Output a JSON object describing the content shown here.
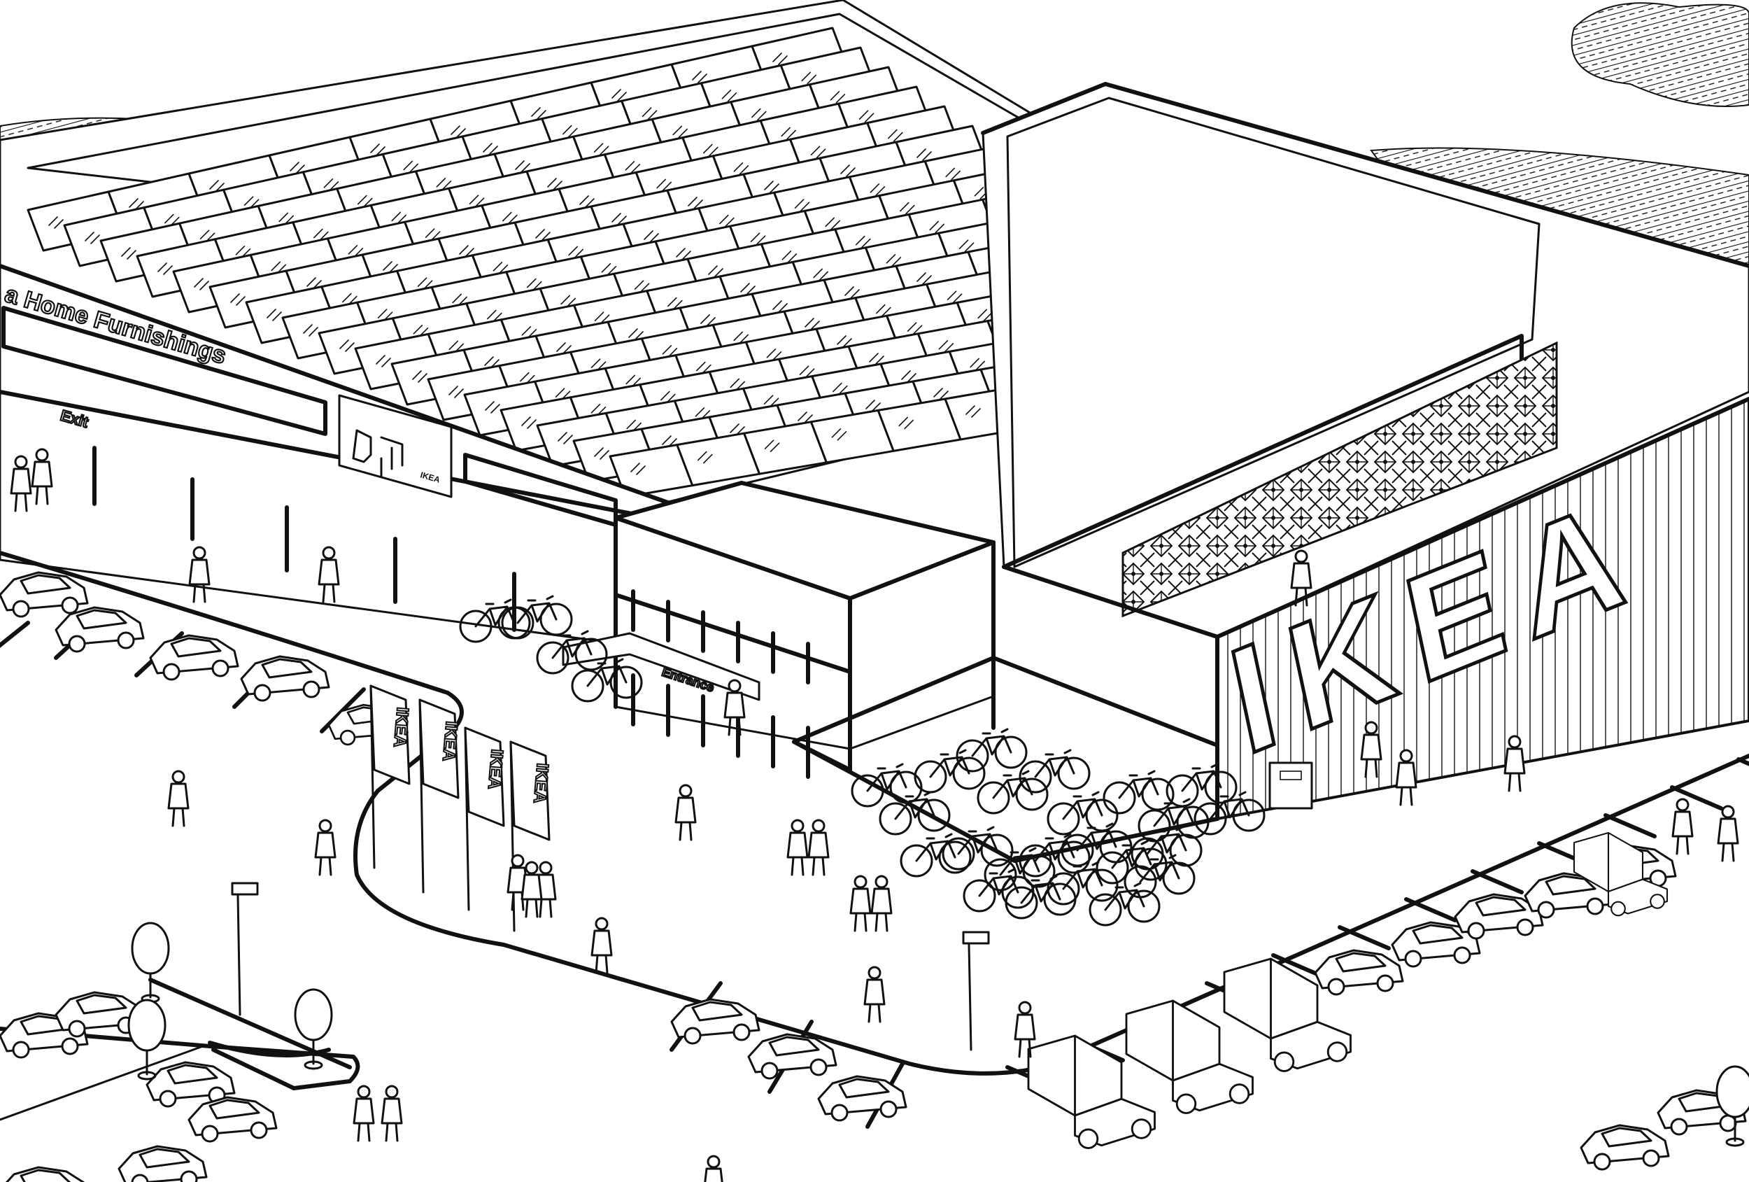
{
  "facade": {
    "store_sign": "a Home Furnishings",
    "exit_label": "Exit",
    "entrance_label": "Entrance",
    "billboard_brand": "IKEA"
  },
  "building_logo": "IKEA",
  "flags": [
    "IKEA",
    "IKEA",
    "IKEA",
    "IKEA"
  ]
}
